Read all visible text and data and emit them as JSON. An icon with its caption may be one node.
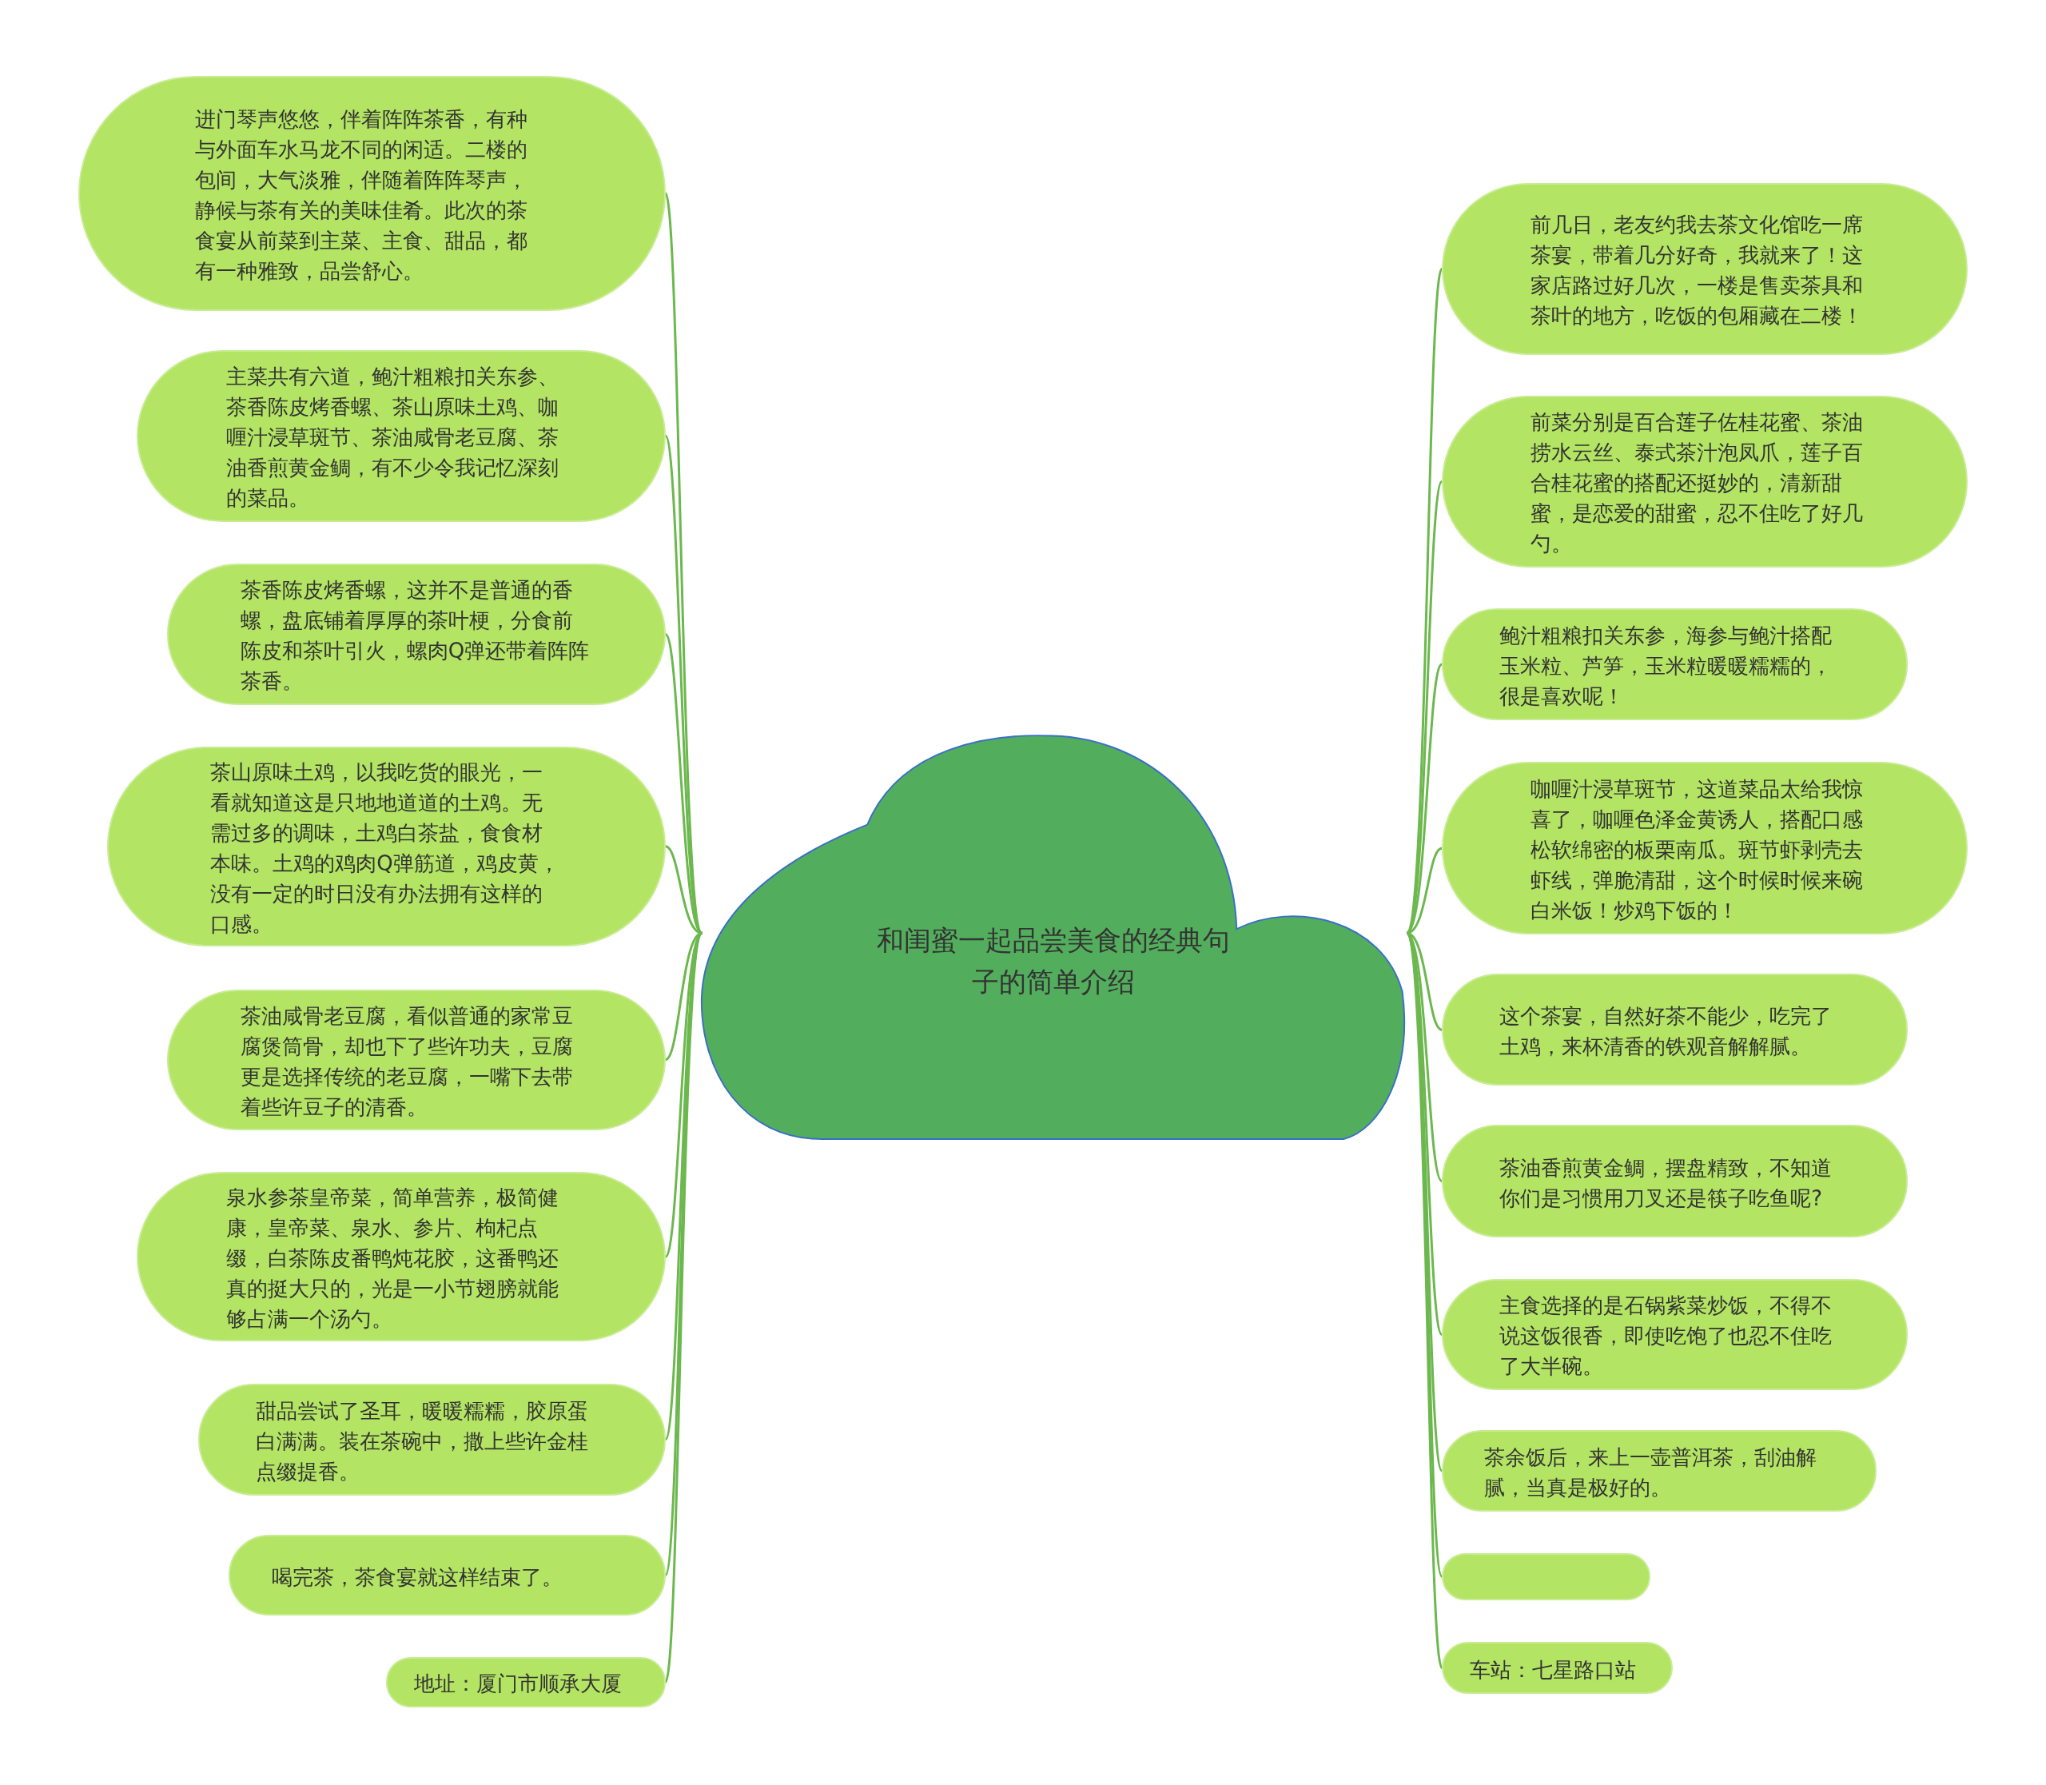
{
  "diagram": {
    "nodes": [
      {
        "text": [
          "和闺蜜一起品尝美食的经典句子的简单介绍"
        ]
      },
      {
        "text": [
          "进门琴声悠悠，伴着阵阵茶香，有种与外面车水马龙不同的闲适。二楼的包间，大气淡雅，伴随着阵阵琴声，静候与茶有关的美味佳肴。此次的茶食宴从前菜到主菜、主食、甜品，都有一种雅致，品尝舒心。"
        ]
      },
      {
        "text": [
          "主菜共有六道，鲍汁粗粮扣关东参、茶香陈皮烤香螺、茶山原味土鸡、咖喱汁浸草斑节、茶油咸骨老豆腐、茶油香煎黄金鲷，有不少令我记忆深刻的菜品。"
        ]
      },
      {
        "text": [
          "茶香陈皮烤香螺，这并不是普通的香螺，盘底铺着厚厚的茶叶梗，分食前陈皮和茶叶引火，螺肉Q弹还带着阵阵茶香。"
        ]
      },
      {
        "text": [
          "茶山原味土鸡，以我吃货的眼光，一看就知道这是只地地道道的土鸡。无需过多的调味，土鸡白茶盐，食食材本味。土鸡的鸡肉Q弹筋道，鸡皮黄，没有一定的时日没有办法拥有这样的口感。"
        ]
      },
      {
        "text": [
          "茶油咸骨老豆腐，看似普通的家常豆腐煲筒骨，却也下了些许功夫，豆腐更是选择传统的老豆腐，一嘴下去带着些许豆子的清香。"
        ]
      },
      {
        "text": [
          "泉水参茶皇帝菜，简单营养，极简健康，皇帝菜、泉水、参片、枸杞点缀，白茶陈皮番鸭炖花胶，这番鸭还真的挺大只的，光是一小节翅膀就能够占满一个汤勺。"
        ]
      },
      {
        "text": [
          "甜品尝试了圣耳，暖暖糯糯，胶原蛋白满满。装在茶碗中，撒上些许金桂点缀提香。"
        ]
      },
      {
        "text": [
          "喝完茶，茶食宴就这样结束了。"
        ]
      },
      {
        "text": [
          "地址：厦门市顺承大厦"
        ]
      },
      {
        "text": [
          "前几日，老友约我去茶文化馆吃一席茶宴，带着几分好奇，我就来了！这家店路过好几次，一楼是售卖茶具和茶叶的地方，吃饭的包厢藏在二楼！"
        ]
      },
      {
        "text": [
          "前菜分别是百合莲子佐桂花蜜、茶油捞水云丝、泰式茶汁泡凤爪，莲子百合桂花蜜的搭配还挺妙的，清新甜蜜，是恋爱的甜蜜，忍不住吃了好几勺。"
        ]
      },
      {
        "text": [
          "鲍汁粗粮扣关东参，海参与鲍汁搭配玉米粒、芦笋，玉米粒暖暖糯糯的，很是喜欢呢！"
        ]
      },
      {
        "text": [
          "咖喱汁浸草斑节，这道菜品太给我惊喜了，咖喱色泽金黄诱人，搭配口感松软绵密的板栗南瓜。斑节虾剥壳去虾线，弹脆清甜，这个时候时候来碗白米饭！炒鸡下饭的！"
        ]
      },
      {
        "text": [
          "这个茶宴，自然好茶不能少，吃完了土鸡，来杯清香的铁观音解解腻。"
        ]
      },
      {
        "text": [
          "茶油香煎黄金鲷，摆盘精致，不知道你们是习惯用刀叉还是筷子吃鱼呢?"
        ]
      },
      {
        "text": [
          "主食选择的是石锅紫菜炒饭，不得不说这饭很香，即使吃饱了也忍不住吃了大半碗。"
        ]
      },
      {
        "text": [
          "茶余饭后，来上一壶普洱茶，刮油解腻，当真是极好的。"
        ]
      },
      {
        "text": [],
        "shape": "box"
      },
      {
        "text": [
          "车站：七星路口站"
        ]
      }
    ],
    "edges": [
      {
        "from": 0,
        "to": 1,
        "arrow": "none"
      },
      {
        "from": 0,
        "to": 2,
        "arrow": "none"
      },
      {
        "from": 0,
        "to": 3,
        "arrow": "none"
      },
      {
        "from": 0,
        "to": 4,
        "arrow": "none"
      },
      {
        "from": 0,
        "to": 5,
        "arrow": "none"
      },
      {
        "from": 0,
        "to": 6,
        "arrow": "none"
      },
      {
        "from": 0,
        "to": 7,
        "arrow": "none"
      },
      {
        "from": 0,
        "to": 8,
        "arrow": "none"
      },
      {
        "from": 0,
        "to": 9,
        "arrow": "none"
      },
      {
        "from": 0,
        "to": 10,
        "arrow": "none"
      },
      {
        "from": 0,
        "to": 11,
        "arrow": "none"
      },
      {
        "from": 0,
        "to": 12,
        "arrow": "none"
      },
      {
        "from": 0,
        "to": 13,
        "arrow": "none"
      },
      {
        "from": 0,
        "to": 14,
        "arrow": "none"
      },
      {
        "from": 0,
        "to": 15,
        "arrow": "none"
      },
      {
        "from": 0,
        "to": 16,
        "arrow": "none"
      },
      {
        "from": 0,
        "to": 17,
        "arrow": "none"
      },
      {
        "from": 0,
        "to": 18,
        "arrow": "none"
      },
      {
        "from": 0,
        "to": 19,
        "arrow": "none"
      }
    ]
  }
}
